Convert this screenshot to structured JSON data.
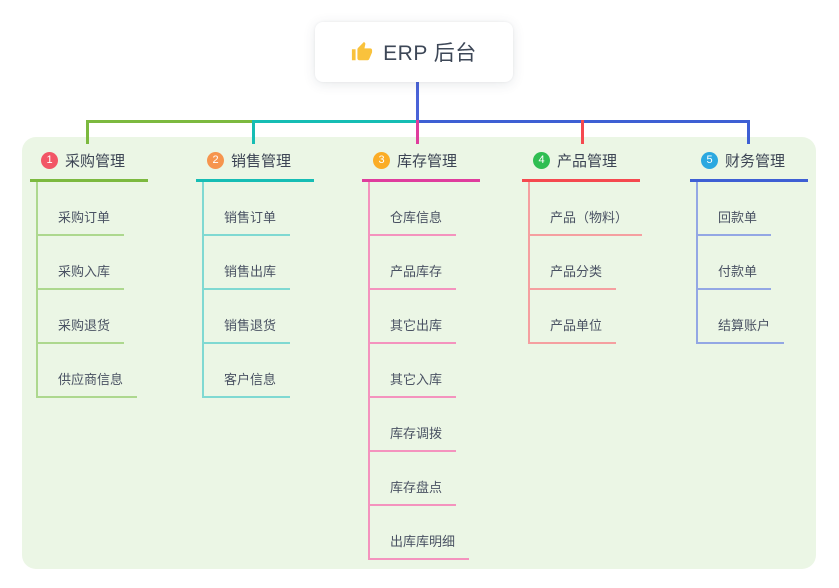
{
  "root": {
    "label": "ERP 后台",
    "icon": "thumbs-up-icon",
    "icon_color": "#F9C23C",
    "line_color": "#4A63D8"
  },
  "panel": {
    "background": "#EBF6E5"
  },
  "branches": [
    {
      "index": "1",
      "label": "采购管理",
      "badge_color": "#F25666",
      "line_color": "#7CB93F",
      "child_line_color": "#ADD88E",
      "children": [
        "采购订单",
        "采购入库",
        "采购退货",
        "供应商信息"
      ]
    },
    {
      "index": "2",
      "label": "销售管理",
      "badge_color": "#F6954E",
      "line_color": "#16BDB4",
      "child_line_color": "#7FD9D2",
      "children": [
        "销售订单",
        "销售出库",
        "销售退货",
        "客户信息"
      ]
    },
    {
      "index": "3",
      "label": "库存管理",
      "badge_color": "#FBAD26",
      "line_color": "#DF3D9D",
      "child_line_color": "#F493BE",
      "children": [
        "仓库信息",
        "产品库存",
        "其它出库",
        "其它入库",
        "库存调拨",
        "库存盘点",
        "出库库明细"
      ]
    },
    {
      "index": "4",
      "label": "产品管理",
      "badge_color": "#2FBE52",
      "line_color": "#F5494F",
      "child_line_color": "#F59FA0",
      "children": [
        "产品（物料）",
        "产品分类",
        "产品单位"
      ]
    },
    {
      "index": "5",
      "label": "财务管理",
      "badge_color": "#2BA8E0",
      "line_color": "#3E5FD4",
      "child_line_color": "#93A7E4",
      "children": [
        "回款单",
        "付款单",
        "结算账户"
      ]
    }
  ]
}
